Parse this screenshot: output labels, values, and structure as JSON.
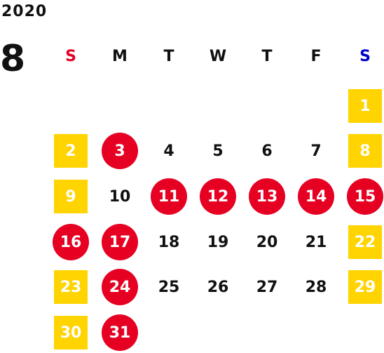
{
  "calendar": {
    "year": "2020",
    "month": "8",
    "colors": {
      "holiday_yellow": "#ffd400",
      "holiday_red": "#e60022",
      "sunday_label": "#e60022",
      "saturday_label": "#0000cc"
    },
    "weekdays": [
      {
        "label": "S",
        "color": "#e60022"
      },
      {
        "label": "M",
        "color": "#111111"
      },
      {
        "label": "T",
        "color": "#111111"
      },
      {
        "label": "W",
        "color": "#111111"
      },
      {
        "label": "T",
        "color": "#111111"
      },
      {
        "label": "F",
        "color": "#111111"
      },
      {
        "label": "S",
        "color": "#0000cc"
      }
    ],
    "weeks": [
      [
        null,
        null,
        null,
        null,
        null,
        null,
        {
          "day": "1",
          "style": "yellow"
        }
      ],
      [
        {
          "day": "2",
          "style": "yellow"
        },
        {
          "day": "3",
          "style": "red"
        },
        {
          "day": "4",
          "style": "plain"
        },
        {
          "day": "5",
          "style": "plain"
        },
        {
          "day": "6",
          "style": "plain"
        },
        {
          "day": "7",
          "style": "plain"
        },
        {
          "day": "8",
          "style": "yellow"
        }
      ],
      [
        {
          "day": "9",
          "style": "yellow"
        },
        {
          "day": "10",
          "style": "plain"
        },
        {
          "day": "11",
          "style": "red"
        },
        {
          "day": "12",
          "style": "red"
        },
        {
          "day": "13",
          "style": "red"
        },
        {
          "day": "14",
          "style": "red"
        },
        {
          "day": "15",
          "style": "red"
        }
      ],
      [
        {
          "day": "16",
          "style": "red"
        },
        {
          "day": "17",
          "style": "red"
        },
        {
          "day": "18",
          "style": "plain"
        },
        {
          "day": "19",
          "style": "plain"
        },
        {
          "day": "20",
          "style": "plain"
        },
        {
          "day": "21",
          "style": "plain"
        },
        {
          "day": "22",
          "style": "yellow"
        }
      ],
      [
        {
          "day": "23",
          "style": "yellow"
        },
        {
          "day": "24",
          "style": "red"
        },
        {
          "day": "25",
          "style": "plain"
        },
        {
          "day": "26",
          "style": "plain"
        },
        {
          "day": "27",
          "style": "plain"
        },
        {
          "day": "28",
          "style": "plain"
        },
        {
          "day": "29",
          "style": "yellow"
        }
      ],
      [
        {
          "day": "30",
          "style": "yellow"
        },
        {
          "day": "31",
          "style": "red"
        },
        null,
        null,
        null,
        null,
        null
      ]
    ]
  }
}
